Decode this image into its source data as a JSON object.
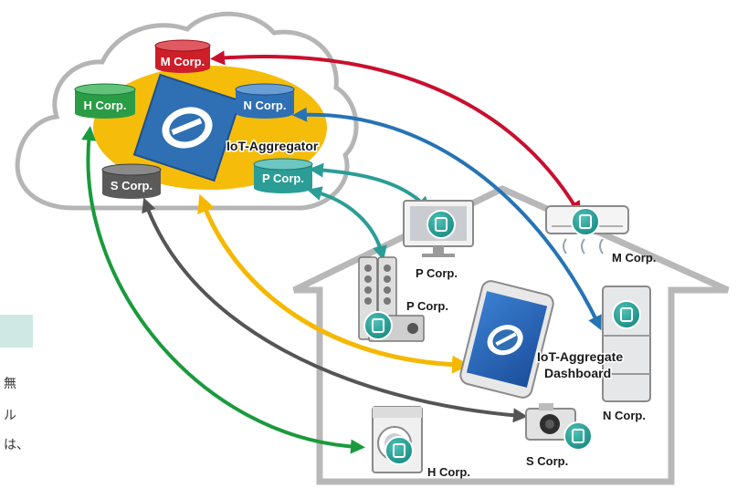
{
  "cloud": {
    "title": "IoT-Aggregator",
    "databases": [
      {
        "id": "m",
        "label": "M Corp.",
        "color": "#cc1f2a"
      },
      {
        "id": "n",
        "label": "N Corp.",
        "color": "#2f6fb3"
      },
      {
        "id": "h",
        "label": "H Corp.",
        "color": "#2a9c46"
      },
      {
        "id": "s",
        "label": "S Corp.",
        "color": "#5a5a5a"
      },
      {
        "id": "p",
        "label": "P Corp.",
        "color": "#2a9d96"
      }
    ]
  },
  "house": {
    "dashboard_label_line1": "IoT-Aggregate",
    "dashboard_label_line2": "Dashboard",
    "devices": [
      {
        "id": "tv",
        "label": "P Corp."
      },
      {
        "id": "speaker",
        "label": "P Corp."
      },
      {
        "id": "aircon",
        "label": "M Corp."
      },
      {
        "id": "fridge",
        "label": "N Corp."
      },
      {
        "id": "washer",
        "label": "H Corp."
      },
      {
        "id": "camera",
        "label": "S Corp."
      }
    ]
  },
  "side_text": [
    "無",
    "ル",
    "は、"
  ],
  "colors": {
    "red": "#c8102e",
    "blue": "#2673b5",
    "green": "#1a9a3c",
    "gray": "#555555",
    "yellow": "#f2c40f",
    "teal": "#2a9d96",
    "orange": "#f5b800"
  }
}
